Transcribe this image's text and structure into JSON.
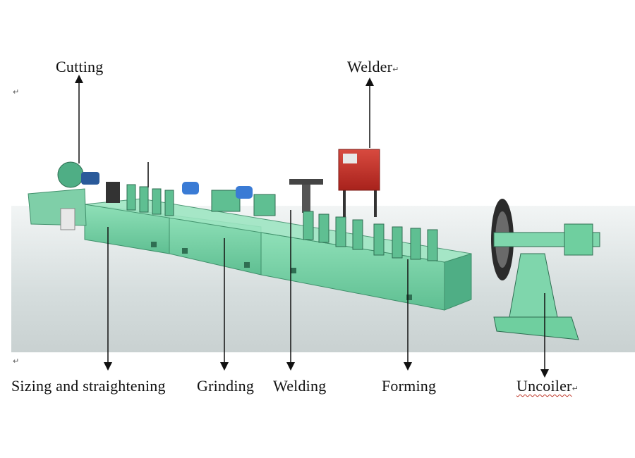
{
  "labels": {
    "cutting": "Cutting",
    "welder": "Welder",
    "sizing": "Sizing and straightening",
    "grinding": "Grinding",
    "welding": "Welding",
    "forming": "Forming",
    "uncoiler": "Uncoiler"
  },
  "marks": {
    "paragraph": "↵"
  },
  "colors": {
    "machine_green": "#79d2a8",
    "machine_shadow": "#4fae85",
    "welder_red": "#c7312a",
    "arrow": "#111111"
  }
}
